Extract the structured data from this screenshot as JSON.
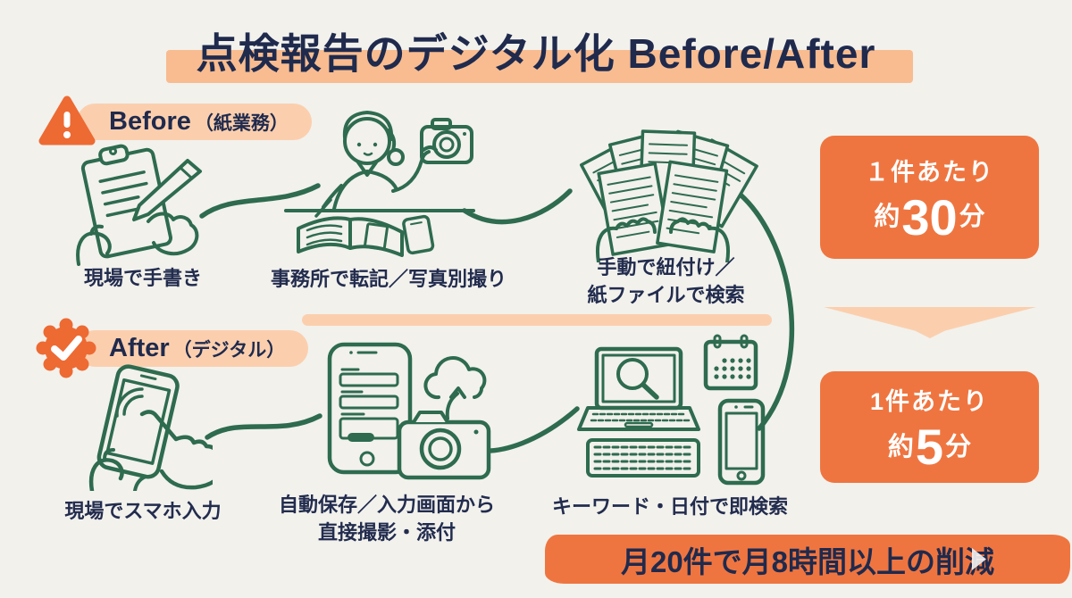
{
  "title": {
    "text": "点検報告のデジタル化 Before/After"
  },
  "before": {
    "badge": {
      "label": "Before",
      "note": "（紙業務）"
    },
    "steps": [
      {
        "caption": "現場で手書き",
        "icon": "clipboard-handwriting-illustration"
      },
      {
        "caption": "事務所で転記／写真別撮り",
        "icon": "office-transcribe-camera-illustration"
      },
      {
        "caption_line1": "手動で紐付け／",
        "caption_line2": "紙ファイルで検索",
        "icon": "paper-files-hands-illustration"
      }
    ],
    "time": {
      "label": "１件あたり",
      "approx": "約",
      "value": "30",
      "unit": "分"
    }
  },
  "after": {
    "badge": {
      "label": "After",
      "note": "（デジタル）"
    },
    "steps": [
      {
        "caption": "現場でスマホ入力",
        "icon": "smartphone-tap-illustration"
      },
      {
        "caption_line1": "自動保存／入力画面から",
        "caption_line2": "直接撮影・添付",
        "icon": "phone-form-cloud-camera-illustration"
      },
      {
        "caption": "キーワード・日付で即検索",
        "icon": "laptop-search-calendar-phone-illustration"
      }
    ],
    "time": {
      "label": "1件あたり",
      "approx": "約",
      "value": "5",
      "unit": "分"
    }
  },
  "footer": {
    "text": "月20件で月8時間以上の削減"
  },
  "icons": {
    "warning-icon": "orange triangle with white exclamation mark",
    "check-seal-icon": "orange scalloped seal with white checkmark",
    "forward-arrow-icon": "white right-pointing arrowhead",
    "down-chevron-shape": "peach wide downward arrow"
  },
  "colors": {
    "background": "#f2f1ec",
    "accent_orange": "#ef7540",
    "peach": "#fbcfae",
    "title_highlight": "#f8bc90",
    "navy_text": "#1f2a4d",
    "lineart_green": "#2e6b4f",
    "white": "#ffffff"
  }
}
